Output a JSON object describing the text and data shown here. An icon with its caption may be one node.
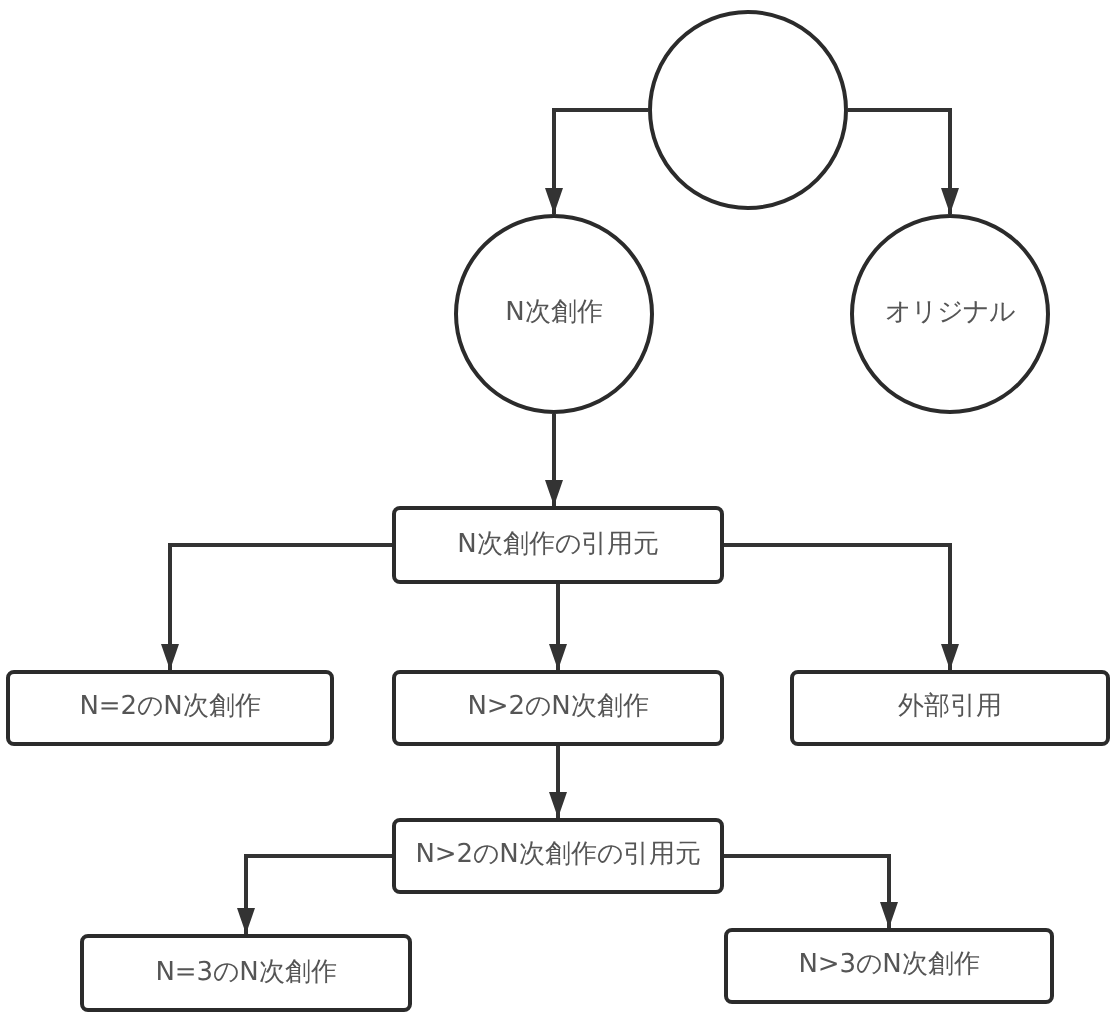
{
  "diagram": {
    "nodes": [
      {
        "text": [],
        "shape": "circle"
      },
      {
        "text": [
          "N次創作"
        ]
      },
      {
        "text": [
          "オリジナル"
        ]
      },
      {
        "text": [
          "N次創作の引用元"
        ]
      },
      {
        "text": [
          "N=2のN次創作"
        ]
      },
      {
        "text": [
          "N>2のN次創作"
        ]
      },
      {
        "text": [
          "外部引用"
        ]
      },
      {
        "text": [
          "N>2のN次創作の引用元"
        ]
      },
      {
        "text": [
          "N=3のN次創作"
        ]
      },
      {
        "text": [
          "N>3のN次創作"
        ]
      }
    ],
    "edges": [
      {
        "from": 0,
        "to": 1,
        "arrow": "to"
      },
      {
        "from": 0,
        "to": 2,
        "arrow": "to"
      },
      {
        "from": 1,
        "to": 3,
        "arrow": "to"
      },
      {
        "from": 3,
        "to": 4,
        "arrow": "to"
      },
      {
        "from": 3,
        "to": 5,
        "arrow": "to"
      },
      {
        "from": 3,
        "to": 6,
        "arrow": "to"
      },
      {
        "from": 5,
        "to": 7,
        "arrow": "to"
      },
      {
        "from": 7,
        "to": 8,
        "arrow": "to"
      },
      {
        "from": 7,
        "to": 9,
        "arrow": "to"
      }
    ]
  }
}
